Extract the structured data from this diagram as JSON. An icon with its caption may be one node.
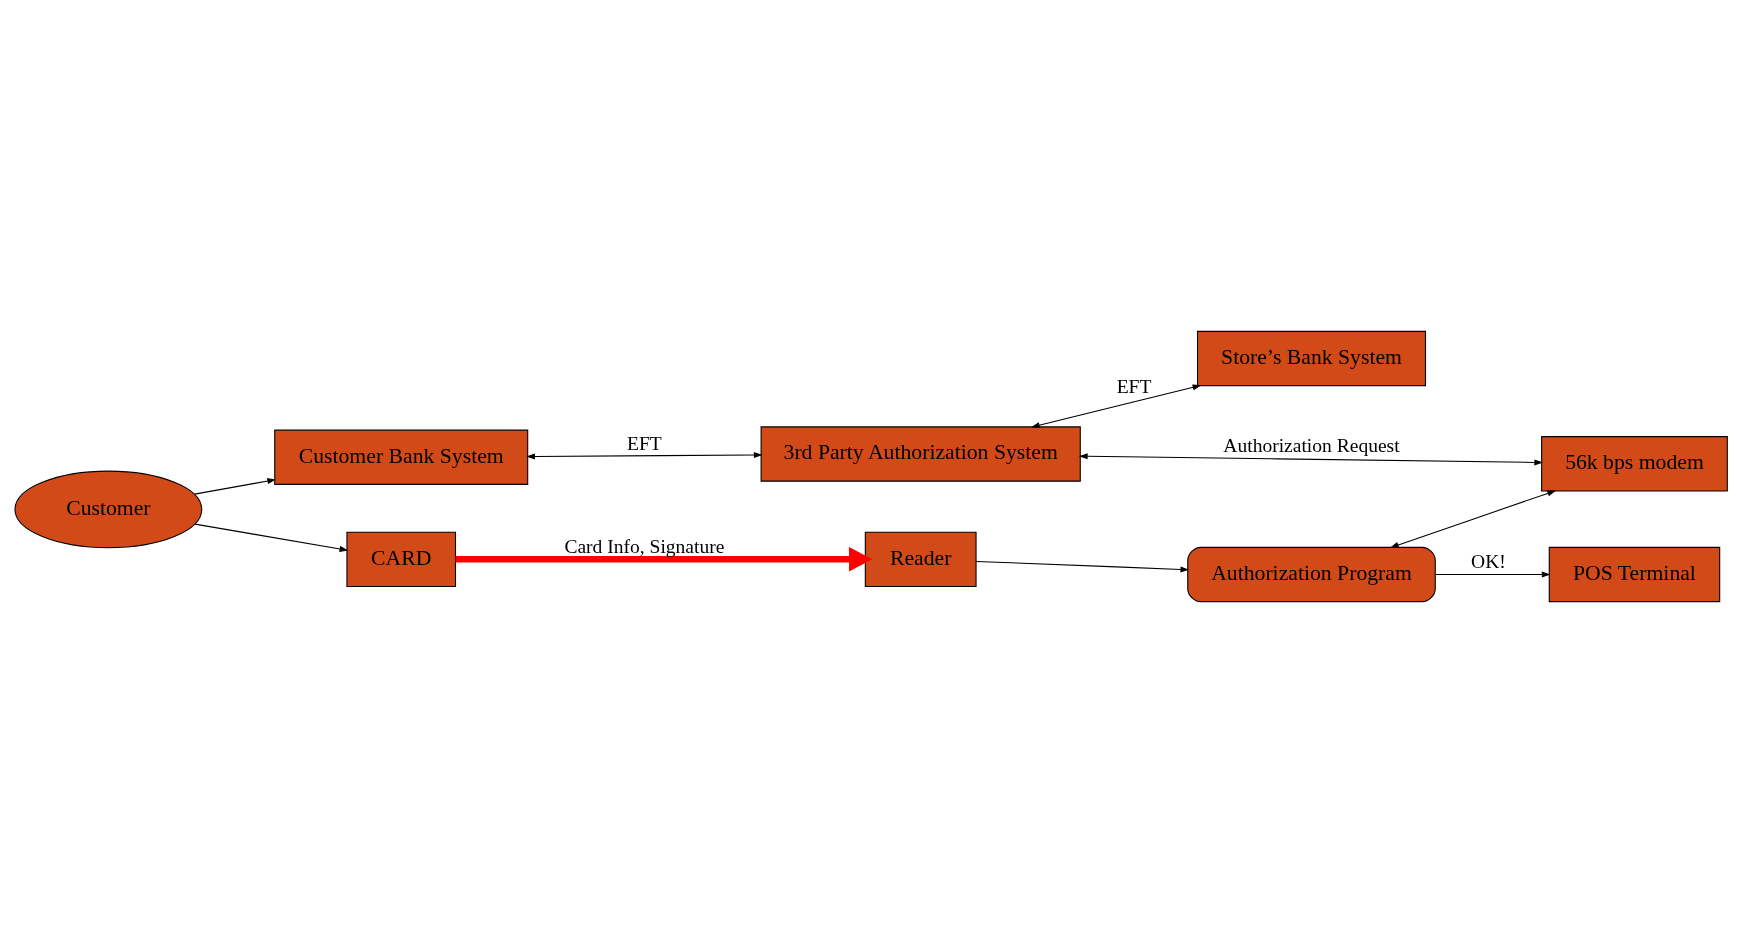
{
  "diagram": {
    "nodes": [
      {
        "text": [
          "Customer"
        ]
      },
      {
        "text": [
          "Customer Bank System"
        ]
      },
      {
        "text": [
          "3rd Party Authorization System"
        ]
      },
      {
        "text": [
          "Store’s Bank System"
        ]
      },
      {
        "text": [
          "CARD"
        ]
      },
      {
        "text": [
          "Reader"
        ]
      },
      {
        "text": [
          "Authorization Program"
        ]
      },
      {
        "text": [
          "56k bps modem"
        ]
      },
      {
        "text": [
          "POS Terminal"
        ]
      }
    ],
    "edges": [
      {
        "from": 0,
        "to": 1,
        "arrow": "to"
      },
      {
        "from": 1,
        "to": 2,
        "arrow": "both",
        "label": "EFT"
      },
      {
        "from": 2,
        "to": 3,
        "arrow": "both",
        "label": "EFT"
      },
      {
        "from": 0,
        "to": 4,
        "arrow": "to"
      },
      {
        "from": 4,
        "to": 5,
        "arrow": "to",
        "label": "Card Info, Signature",
        "style": "thick",
        "color": "#ff0000"
      },
      {
        "from": 5,
        "to": 6,
        "arrow": "to"
      },
      {
        "from": 6,
        "to": 7,
        "arrow": "both"
      },
      {
        "from": 2,
        "to": 7,
        "arrow": "both",
        "label": "Authorization Request"
      },
      {
        "from": 6,
        "to": 8,
        "arrow": "to",
        "label": "OK!"
      }
    ]
  }
}
